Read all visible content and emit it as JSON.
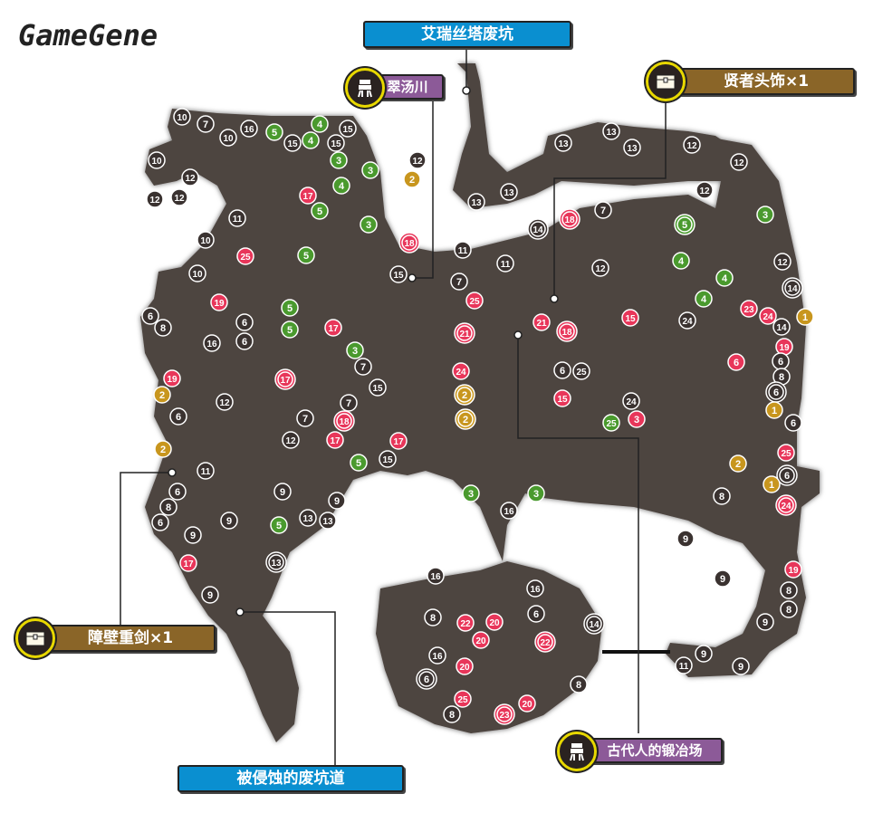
{
  "logo": "GameGene",
  "labels": {
    "area_top": "艾瑞丝塔废坑",
    "area_bottom": "被侵蚀的废坑道",
    "camp_top": "翠汤川",
    "camp_bottom": "古代人的锻冶场",
    "chest_top": "贤者头饰×1",
    "chest_left": "障壁重剑×1"
  },
  "colors": {
    "ground": "#4e4440",
    "gray": "#3a3230",
    "green": "#4a9a2e",
    "pink": "#e8365a",
    "gold": "#c8961e"
  },
  "markers": [
    10,
    7,
    10,
    16,
    5,
    4,
    15,
    15,
    4,
    15,
    3,
    3,
    10,
    12,
    12,
    12,
    4,
    17,
    5,
    11,
    3,
    10,
    25,
    5,
    10,
    18,
    15,
    12,
    2,
    19,
    5,
    6,
    8,
    6,
    5,
    17,
    16,
    6,
    3,
    7,
    17,
    15,
    19,
    2,
    12,
    7,
    6,
    7,
    18,
    17,
    17,
    12,
    15,
    5,
    2,
    11,
    6,
    8,
    9,
    9,
    6,
    9,
    9,
    5,
    13,
    13,
    13,
    17,
    9,
    13,
    13,
    11,
    11,
    7,
    25,
    21,
    24,
    2,
    2,
    3,
    3,
    16,
    13,
    13,
    13,
    12,
    12,
    14,
    18,
    7,
    5,
    3,
    12,
    12,
    4,
    4,
    4,
    12,
    14,
    1,
    23,
    24,
    14,
    19,
    6,
    8,
    6,
    1,
    6,
    25,
    21,
    18,
    15,
    24,
    6,
    6,
    25,
    15,
    24,
    3,
    25,
    2,
    6,
    1,
    24,
    8,
    9,
    19,
    9,
    8,
    8,
    9,
    9,
    11,
    9,
    16,
    16,
    8,
    22,
    20,
    6,
    14,
    20,
    22,
    16,
    20,
    6,
    8,
    25,
    20,
    8,
    23
  ]
}
